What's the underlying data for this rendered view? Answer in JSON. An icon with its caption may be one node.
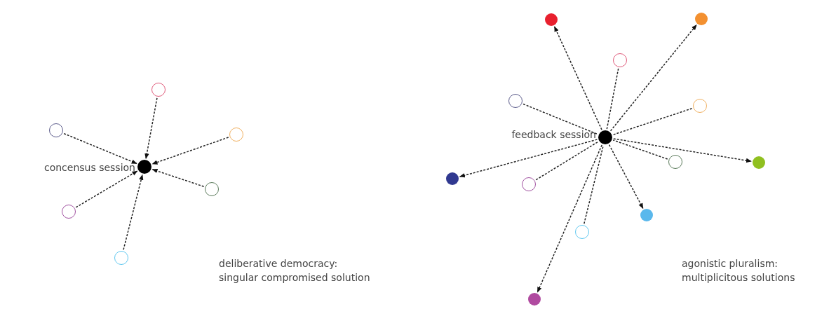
{
  "diagram": {
    "nodes": [
      {
        "text": [],
        "shape": "circle",
        "beside": [
          "concensus session"
        ]
      },
      {
        "text": [],
        "shape": "circle"
      },
      {
        "text": [],
        "shape": "circle"
      },
      {
        "text": [],
        "shape": "circle"
      },
      {
        "text": [],
        "shape": "circle"
      },
      {
        "text": [],
        "shape": "circle"
      },
      {
        "text": [],
        "shape": "circle"
      },
      {
        "text": [],
        "shape": "circle",
        "beside": [
          "feedback session"
        ]
      },
      {
        "text": [],
        "shape": "circle"
      },
      {
        "text": [],
        "shape": "circle"
      },
      {
        "text": [],
        "shape": "circle"
      },
      {
        "text": [],
        "shape": "circle"
      },
      {
        "text": [],
        "shape": "circle"
      },
      {
        "text": [],
        "shape": "circle"
      },
      {
        "text": [],
        "shape": "circle"
      },
      {
        "text": [],
        "shape": "circle"
      },
      {
        "text": [],
        "shape": "circle"
      },
      {
        "text": [],
        "shape": "circle"
      },
      {
        "text": [],
        "shape": "circle"
      },
      {
        "text": [],
        "shape": "circle"
      }
    ],
    "edges": [
      {
        "from": 1,
        "to": 0,
        "arrow": "to",
        "style": "dashed"
      },
      {
        "from": 2,
        "to": 0,
        "arrow": "to",
        "style": "dashed"
      },
      {
        "from": 3,
        "to": 0,
        "arrow": "to",
        "style": "dashed"
      },
      {
        "from": 4,
        "to": 0,
        "arrow": "to",
        "style": "dashed"
      },
      {
        "from": 5,
        "to": 0,
        "arrow": "to",
        "style": "dashed"
      },
      {
        "from": 6,
        "to": 0,
        "arrow": "to",
        "style": "dashed"
      },
      {
        "from": 7,
        "to": 8,
        "arrow": "to",
        "style": "dashed"
      },
      {
        "from": 7,
        "to": 9,
        "arrow": "to",
        "style": "dashed"
      },
      {
        "from": 10,
        "to": 7,
        "arrow": "none",
        "style": "dashed"
      },
      {
        "from": 11,
        "to": 7,
        "arrow": "none",
        "style": "dashed"
      },
      {
        "from": 12,
        "to": 7,
        "arrow": "none",
        "style": "dashed"
      },
      {
        "from": 13,
        "to": 7,
        "arrow": "none",
        "style": "dashed"
      },
      {
        "from": 7,
        "to": 14,
        "arrow": "to",
        "style": "dashed"
      },
      {
        "from": 7,
        "to": 15,
        "arrow": "to",
        "style": "dashed"
      },
      {
        "from": 16,
        "to": 7,
        "arrow": "none",
        "style": "dashed"
      },
      {
        "from": 7,
        "to": 17,
        "arrow": "to",
        "style": "dashed"
      },
      {
        "from": 18,
        "to": 7,
        "arrow": "none",
        "style": "dashed"
      },
      {
        "from": 7,
        "to": 19,
        "arrow": "to",
        "style": "dashed"
      }
    ],
    "labels": [
      "deliberative democracy: singular compromised solution",
      "agonistic pluralism: multiplicitous solutions"
    ]
  }
}
